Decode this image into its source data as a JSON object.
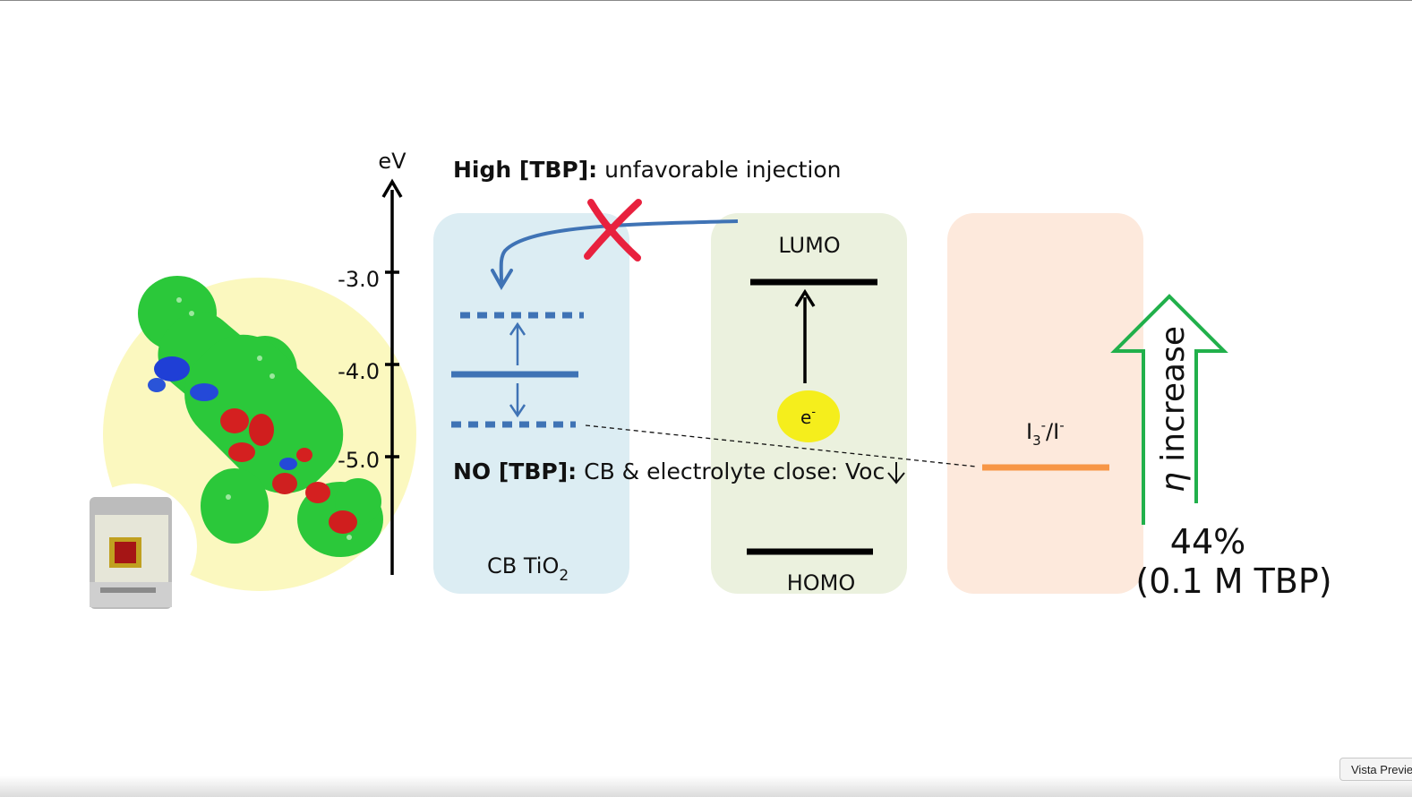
{
  "axis": {
    "unit_label": "eV",
    "ticks": [
      "-3.0",
      "-4.0",
      "-5.0"
    ]
  },
  "labels": {
    "high_tbp_bold": "High [TBP]:",
    "high_tbp_rest": " unfavorable injection",
    "no_tbp_bold": "NO [TBP]:",
    "no_tbp_rest": " CB & electrolyte close: Voc",
    "cb_tio2_main": "CB TiO",
    "cb_tio2_sub": "2",
    "lumo": "LUMO",
    "homo": "HOMO",
    "electron": "e",
    "electron_sup": "-",
    "redox_i": "I",
    "redox_sub": "3",
    "redox_sup1": "-",
    "redox_mid": "/I",
    "redox_sup2": "-",
    "efficiency_symbol": "η",
    "efficiency_word": " increase",
    "percent": "44%",
    "condition": "(0.1 M TBP)"
  },
  "colors": {
    "tio2_panel": "#dcedf3",
    "dye_panel": "#ebf1de",
    "electrolyte_panel": "#fde9dc",
    "blue_line": "#3f73b5",
    "orange_line": "#f79646",
    "green_arrow": "#21b04b",
    "red_cross": "#e8213e",
    "electron_fill": "#f5ee1c",
    "yellow_halo": "#fbf8bf"
  },
  "icons": {
    "cross": "red-x-icon",
    "voc_arrow": "down-arrow-icon"
  },
  "window": {
    "preview_tab": "Vista Preview"
  }
}
